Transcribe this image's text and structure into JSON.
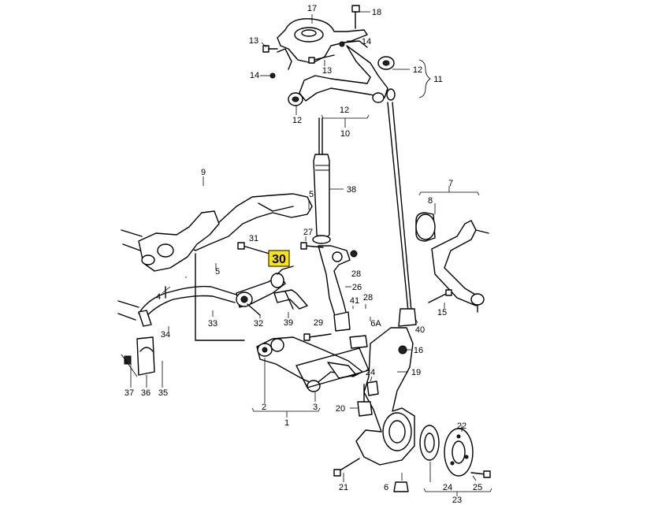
{
  "highlight": {
    "label": "30",
    "color": "#ffe600"
  },
  "labels": {
    "l1": "1",
    "l2": "2",
    "l3": "3",
    "l4": "4",
    "l5": "5",
    "l6": "6",
    "l6a": "6A",
    "l7": "7",
    "l8": "8",
    "l9": "9",
    "l10": "10",
    "l11": "11",
    "l12a": "12",
    "l12b": "12",
    "l12c": "12",
    "l13a": "13",
    "l13b": "13",
    "l14a": "14",
    "l14b": "14",
    "l15": "15",
    "l16": "16",
    "l17": "17",
    "l18": "18",
    "l19": "19",
    "l20": "20",
    "l21": "21",
    "l22": "22",
    "l23": "23",
    "l24a": "24",
    "l24b": "24",
    "l25": "25",
    "l26": "26",
    "l27": "27",
    "l28a": "28",
    "l28b": "28",
    "l29": "29",
    "l31": "31",
    "l32": "32",
    "l33": "33",
    "l34": "34",
    "l35": "35",
    "l36": "36",
    "l37": "37",
    "l38": "38",
    "l39": "39",
    "l40": "40",
    "l41": "41",
    "l5b": "5"
  }
}
